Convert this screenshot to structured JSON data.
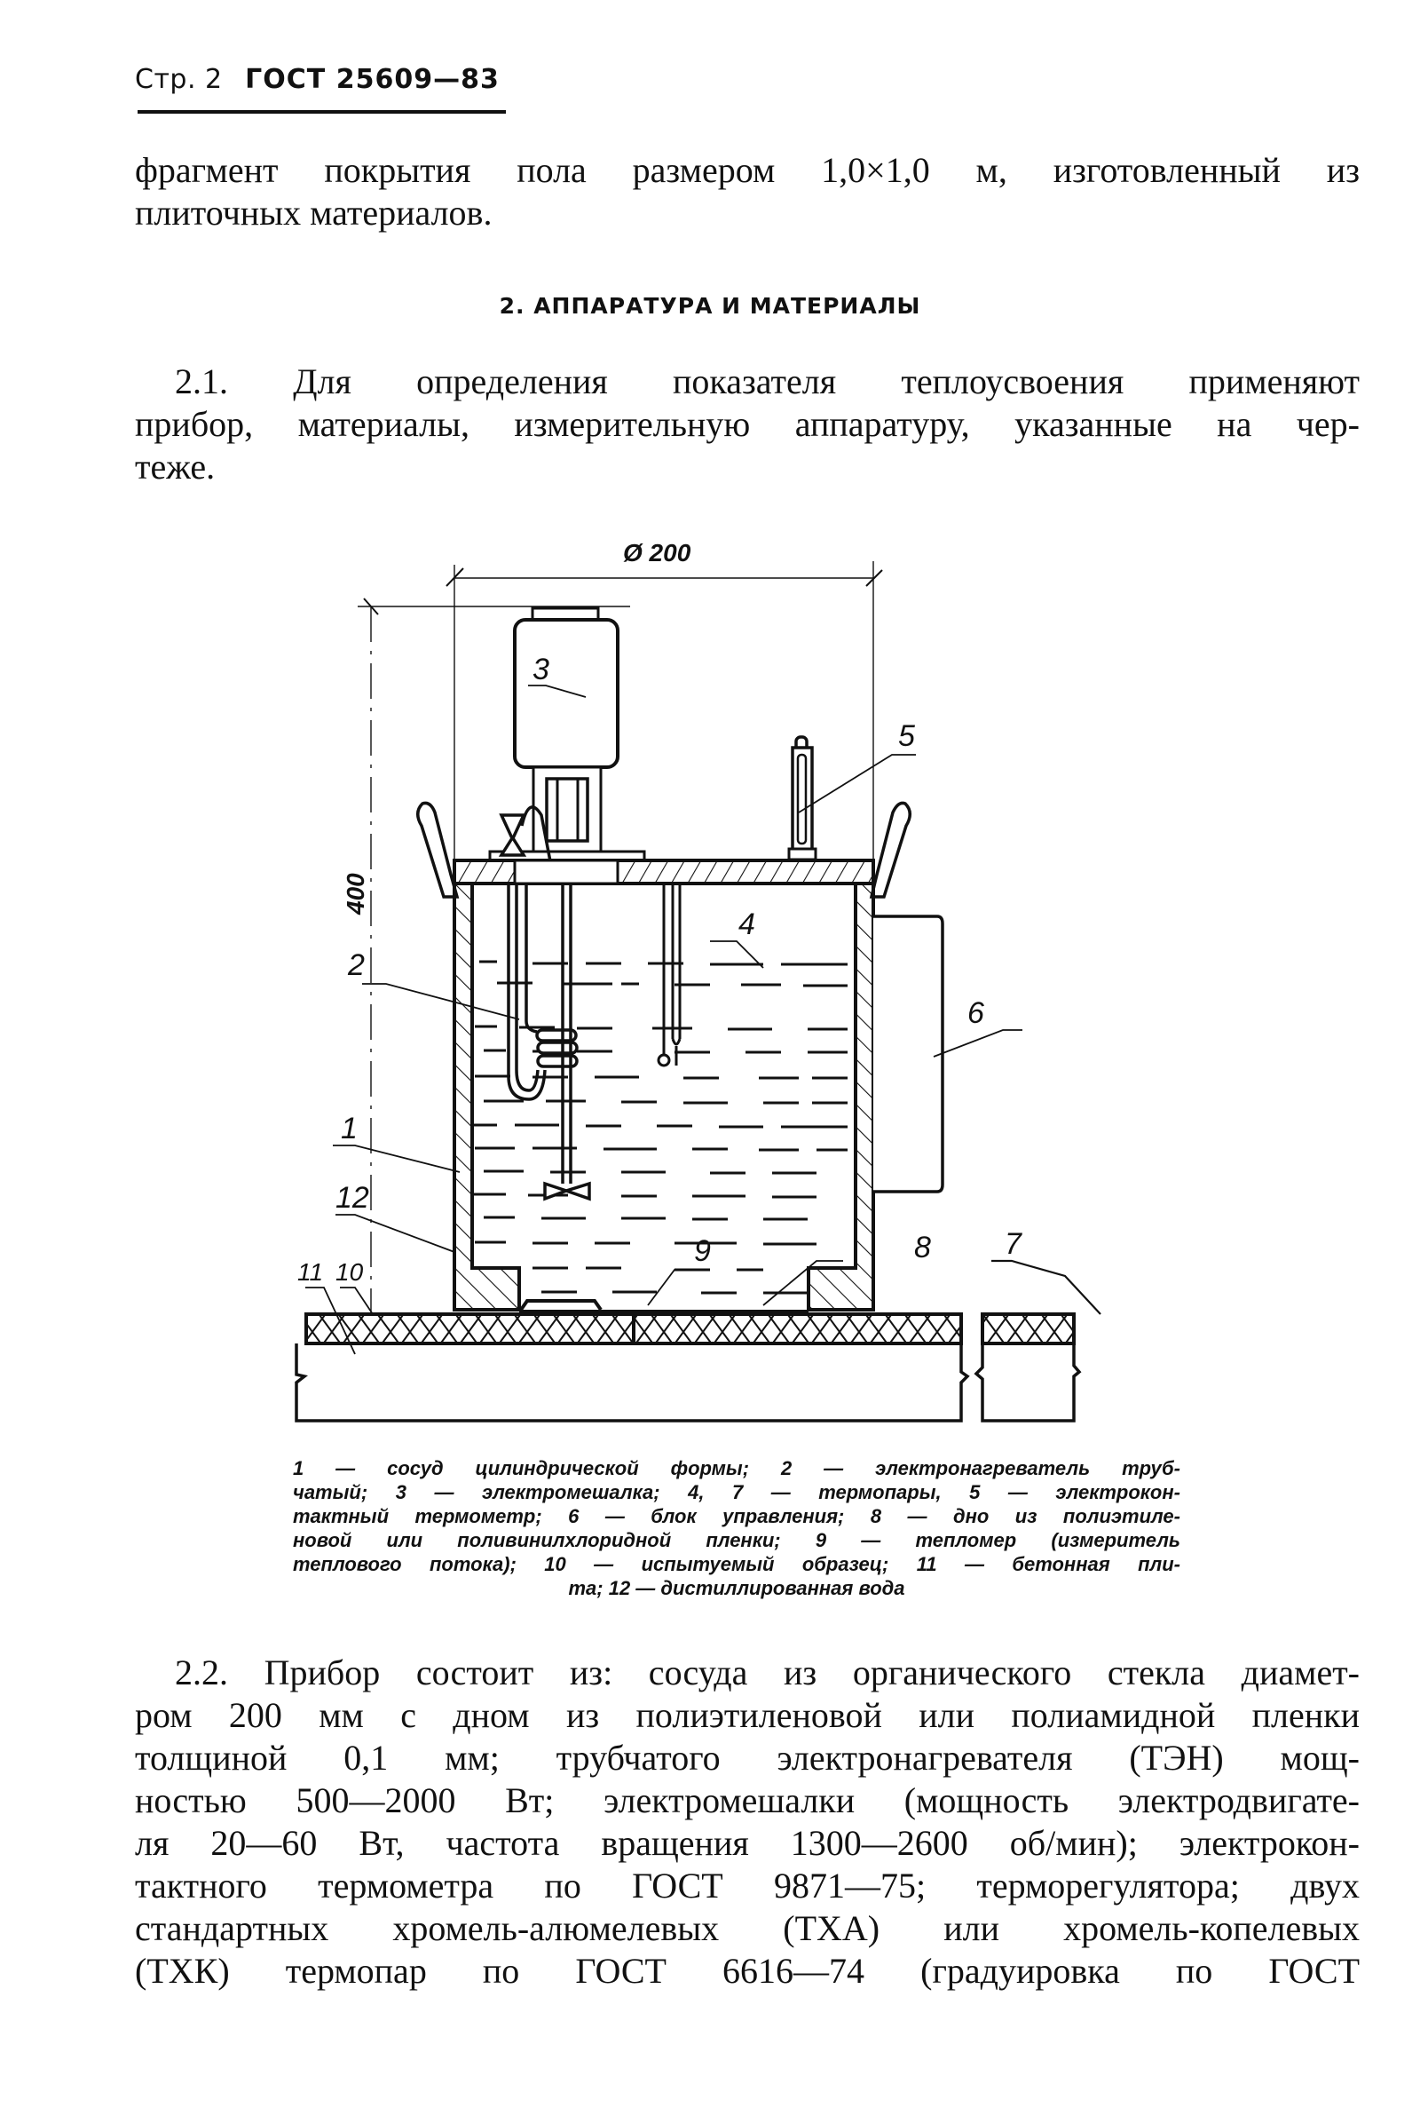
{
  "header": {
    "page_label": "Стр. 2",
    "standard": "ГОСТ 25609—83"
  },
  "intro": {
    "lines": [
      "фрагмент покрытия пола размером 1,0×1,0 м, изготовленный из",
      "плиточных материалов."
    ]
  },
  "section": {
    "title": "2. АППАРАТУРА И МАТЕРИАЛЫ"
  },
  "para_2_1": {
    "lines": [
      "2.1. Для определения показателя теплоусвоения применяют",
      "прибор, материалы, измерительную аппаратуру, указанные на чер-",
      "теже."
    ]
  },
  "figure": {
    "dimension_width": "Ø 200",
    "dimension_height": "400",
    "labels": [
      "1",
      "2",
      "3",
      "4",
      "5",
      "6",
      "7",
      "8",
      "9",
      "10",
      "11",
      "12"
    ],
    "caption_lines": [
      "1 — сосуд цилиндрической формы; 2 — электронагреватель труб-",
      "чатый; 3 — электромешалка; 4, 7 — термопары, 5 — электрокон-",
      "тактный термометр; 6 — блок управления; 8 — дно из полиэтиле-",
      "новой или поливинилхлоридной пленки; 9 — тепломер (измеритель",
      "теплового потока); 10 — испытуемый образец; 11 — бетонная пли-",
      "та; 12 — дистиллированная вода"
    ],
    "legend": [
      {
        "num": "1",
        "text": "сосуд цилиндрической формы"
      },
      {
        "num": "2",
        "text": "электронагреватель трубчатый"
      },
      {
        "num": "3",
        "text": "электромешалка"
      },
      {
        "num": "4, 7",
        "text": "термопары"
      },
      {
        "num": "5",
        "text": "электроконтактный термометр"
      },
      {
        "num": "6",
        "text": "блок управления"
      },
      {
        "num": "8",
        "text": "дно из полиэтиленовой или поливинилхлоридной пленки"
      },
      {
        "num": "9",
        "text": "тепломер (измеритель теплового потока)"
      },
      {
        "num": "10",
        "text": "испытуемый образец"
      },
      {
        "num": "11",
        "text": "бетонная плита"
      },
      {
        "num": "12",
        "text": "дистиллированная вода"
      }
    ]
  },
  "para_2_2": {
    "lines": [
      "2.2. Прибор состоит из: сосуда из органического стекла диамет-",
      "ром 200 мм с дном из полиэтиленовой или полиамидной пленки",
      "толщиной 0,1 мм; трубчатого электронагревателя (ТЭН) мощ-",
      "ностью 500—2000 Вт; электромешалки (мощность электродвигате-",
      "ля 20—60 Вт, частота вращения 1300—2600 об/мин); электрокон-",
      "тактного термометра по ГОСТ 9871—75; терморегулятора; двух",
      "стандартных хромель-алюмелевых (ТХА) или хромель-копелевых",
      "(ТХК) термопар по ГОСТ 6616—74 (градуировка по ГОСТ"
    ]
  }
}
